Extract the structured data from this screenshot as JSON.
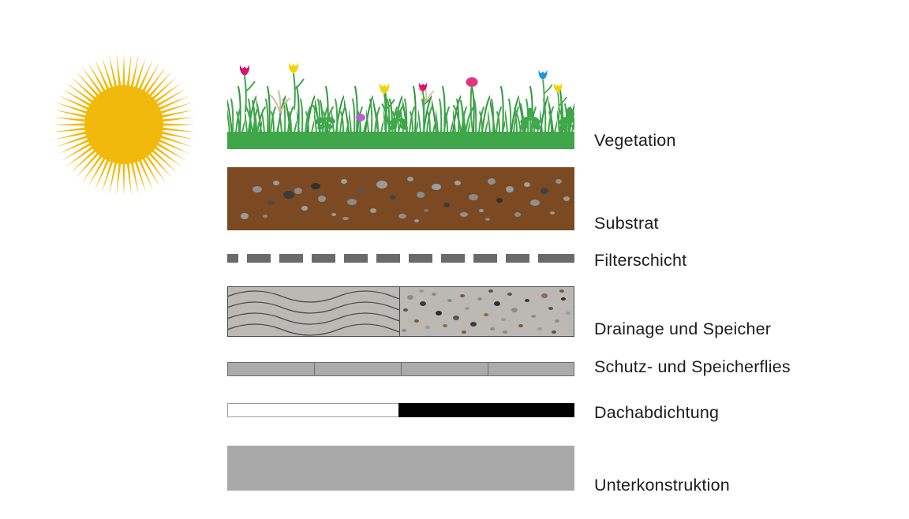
{
  "layers": [
    {
      "label": "Vegetation"
    },
    {
      "label": "Substrat"
    },
    {
      "label": "Filterschicht"
    },
    {
      "label": "Drainage und Speicher"
    },
    {
      "label": "Schutz- und Speicherflies"
    },
    {
      "label": "Dachabdichtung"
    },
    {
      "label": "Unterkonstruktion"
    }
  ],
  "icons": [
    {
      "name": "sun-icon"
    },
    {
      "name": "grass-and-flowers-illustration"
    }
  ],
  "colors": {
    "sun": "#F2B90D",
    "vegetation_green": "#3FA74A",
    "substrate_brown": "#7B4A22",
    "filter_dash_gray": "#6A6A6A",
    "drainage_gray": "#BCB9B4",
    "fleece_gray": "#ABABAB",
    "membrane_black": "#000000",
    "structure_gray": "#A9A9A9",
    "text": "#1C1C1C",
    "background": "#FFFFFF"
  }
}
